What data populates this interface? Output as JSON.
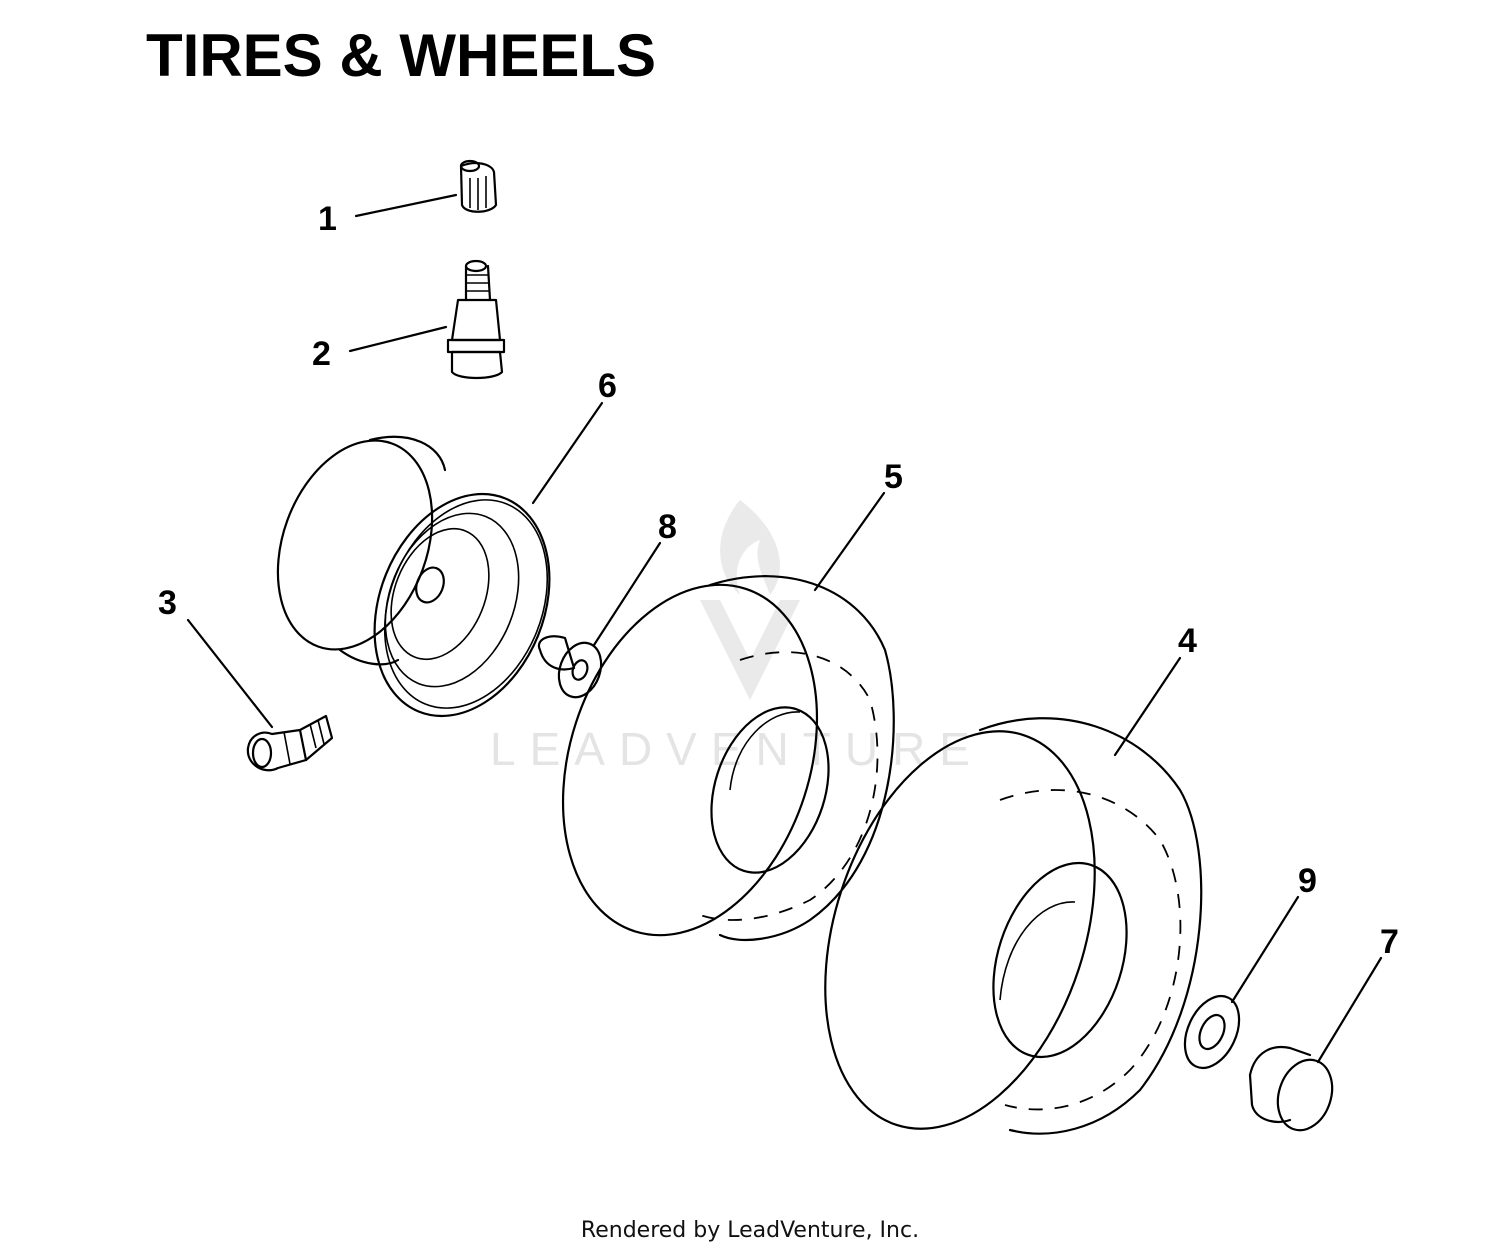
{
  "title": "TIRES & WHEELS",
  "footer": "Rendered by LeadVenture, Inc.",
  "watermark": {
    "text": "LEADVENTURE",
    "color": "#cfcfcf"
  },
  "callouts": [
    {
      "id": "1",
      "label": "1"
    },
    {
      "id": "2",
      "label": "2"
    },
    {
      "id": "3",
      "label": "3"
    },
    {
      "id": "4",
      "label": "4"
    },
    {
      "id": "5",
      "label": "5"
    },
    {
      "id": "6",
      "label": "6"
    },
    {
      "id": "7",
      "label": "7"
    },
    {
      "id": "8",
      "label": "8"
    },
    {
      "id": "9",
      "label": "9"
    }
  ],
  "colors": {
    "ink": "#000000",
    "background": "#ffffff"
  }
}
